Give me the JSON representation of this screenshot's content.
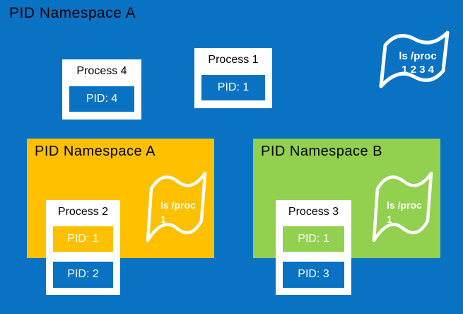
{
  "colors": {
    "blue": "#0A72C3",
    "orange": "#FFC000",
    "green": "#92D050"
  },
  "outer": {
    "title": "PID Namespace A",
    "flag": {
      "line1": "ls /proc",
      "line2": "1 2 3 4"
    },
    "process4": {
      "name": "Process 4",
      "pid": "PID: 4"
    },
    "process1": {
      "name": "Process 1",
      "pid": "PID: 1"
    }
  },
  "nested": [
    {
      "title": "PID Namespace A",
      "flag": {
        "line1": "ls /proc",
        "line2": "1"
      },
      "process": {
        "name": "Process 2",
        "pid_inner": "PID: 1",
        "pid_outer": "PID: 2"
      }
    },
    {
      "title": "PID Namespace B",
      "flag": {
        "line1": "ls /proc",
        "line2": "1"
      },
      "process": {
        "name": "Process 3",
        "pid_inner": "PID: 1",
        "pid_outer": "PID: 3"
      }
    }
  ]
}
